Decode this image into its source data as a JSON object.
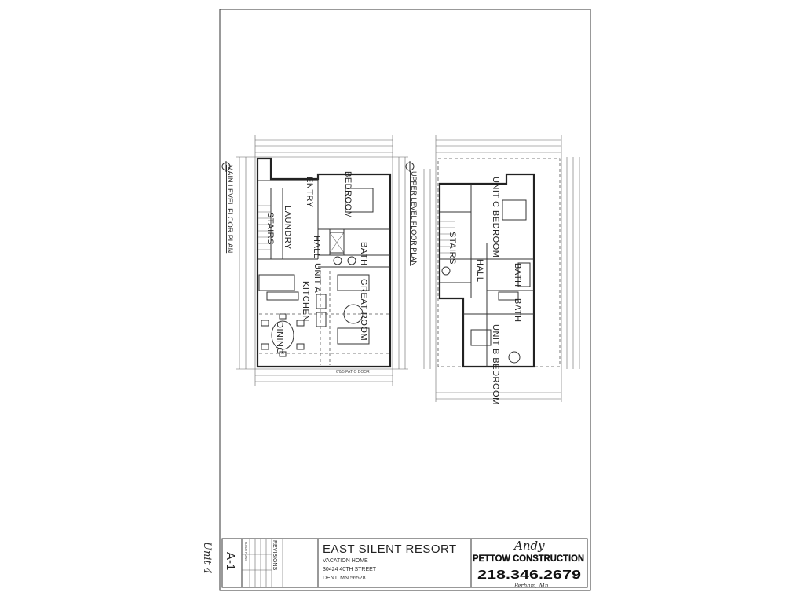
{
  "handwritten_note": "Unit 4",
  "main_plan": {
    "title": "MAIN LEVEL FLOOR PLAN",
    "rooms": [
      "BEDROOM",
      "ENTRY",
      "LAUNDRY",
      "STAIRS",
      "HALL",
      "BATH",
      "UNIT A",
      "KITCHEN",
      "GREAT ROOM",
      "DINING"
    ],
    "patio_door": "6'0/5 PATIO DOOR"
  },
  "upper_plan": {
    "title": "UPPER LEVEL FLOOR PLAN",
    "rooms": [
      "UNIT C BEDROOM",
      "STAIRS",
      "HALL",
      "BATH",
      "BATH",
      "UNIT B BEDROOM"
    ]
  },
  "title_block": {
    "sheet_number": "A-1",
    "sheet_name": "FLOOR PLANS",
    "revisions_label": "REVISIONS",
    "project_title": "EAST SILENT RESORT",
    "project_subtitle": "VACATION HOME",
    "address_line1": "30424 40TH STREET",
    "address_line2": "DENT, MN 56528"
  },
  "logo": {
    "script_name": "Andy",
    "company": "PETTOW CONSTRUCTION",
    "phone": "218.346.2679",
    "city": "Perham, Mn"
  }
}
